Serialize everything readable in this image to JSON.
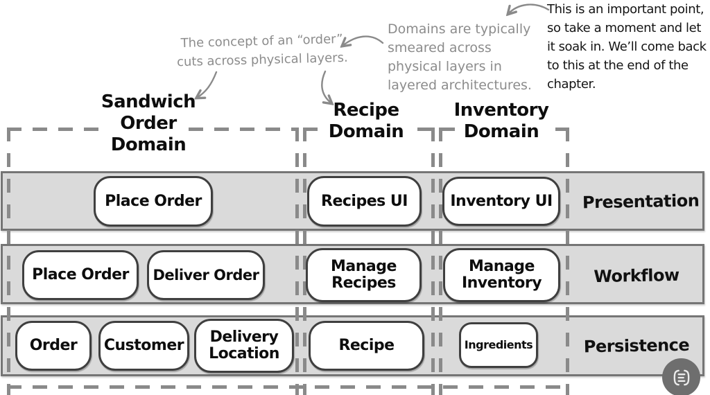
{
  "annotations": {
    "order_note": {
      "lines": [
        "The concept of an “order”",
        "cuts across physical layers."
      ]
    },
    "smear_note": {
      "lines": [
        "Domains are typically",
        "smeared across",
        "physical layers in",
        "layered architectures."
      ]
    },
    "important_note": {
      "lines": [
        "This is an important point,",
        "so take a moment and let",
        "it soak in. We’ll come back",
        "to this at the end of the",
        "chapter."
      ]
    }
  },
  "domains": [
    {
      "name": "sandwich-order",
      "title_lines": [
        "Sandwich",
        "Order",
        "Domain"
      ]
    },
    {
      "name": "recipe",
      "title_lines": [
        "Recipe",
        "Domain"
      ]
    },
    {
      "name": "inventory",
      "title_lines": [
        "Inventory",
        "Domain"
      ]
    }
  ],
  "layers": [
    {
      "label": "Presentation",
      "boxes": [
        "Place Order",
        "Recipes UI",
        "Inventory UI"
      ]
    },
    {
      "label": "Workflow",
      "boxes": [
        "Place Order",
        "Deliver Order",
        "Manage\nRecipes",
        "Manage\nInventory"
      ]
    },
    {
      "label": "Persistence",
      "boxes": [
        "Order",
        "Customer",
        "Delivery\nLocation",
        "Recipe",
        "Ingredients"
      ]
    }
  ],
  "icons": {
    "copy_text_button": "copy-text-icon"
  },
  "colors": {
    "band_fill": "#dadada",
    "band_border": "#757575",
    "dash_gray": "#8a8a8a",
    "box_border": "#3f3f3f",
    "note_gray": "#8c8c8c",
    "text_black": "#141414",
    "button_bg": "#6e6e6e"
  }
}
